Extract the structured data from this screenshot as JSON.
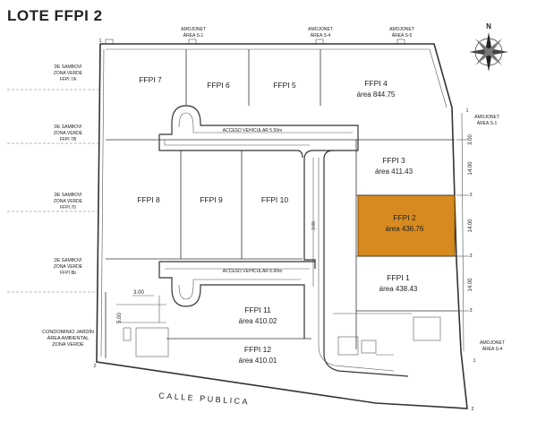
{
  "title": "LOTE FFPI 2",
  "compass_letter": "N",
  "amojonet_labels": [
    {
      "id": "top-s1",
      "line1": "AMOJONET",
      "line2": "ÁREA S-1"
    },
    {
      "id": "top-s4",
      "line1": "AMOJONET",
      "line2": "ÁREA S-4"
    },
    {
      "id": "top-s5",
      "line1": "AMOJONET",
      "line2": "ÁREA S-5"
    },
    {
      "id": "right-s1",
      "line1": "AMOJONET",
      "line2": "ÁREA S-1"
    },
    {
      "id": "right-s4",
      "line1": "AMOJONET",
      "line2": "ÁREA S-4"
    }
  ],
  "left_labels": [
    {
      "line1": "DE SAMBOVI",
      "line2": "ZONA VERDE",
      "line3": "FFPI 7A"
    },
    {
      "line1": "DE SAMBOVI",
      "line2": "ZONA VERDE",
      "line3": "FFPI 7B"
    },
    {
      "line1": "DE SAMBOVI",
      "line2": "ZONA VERDE",
      "line3": "FFPI 70"
    },
    {
      "line1": "DE SAMBOVI",
      "line2": "ZONA VERDE",
      "line3": "FFPI 8b"
    }
  ],
  "condominio": {
    "line1": "CONDOMINIO JARDÍN",
    "line2": "ÁREA AMBIENTAL",
    "line3": "ZONA VERDE"
  },
  "lots": [
    {
      "id": "ffpi7",
      "name": "FFPI 7",
      "area_label": ""
    },
    {
      "id": "ffpi6",
      "name": "FFPI 6",
      "area_label": ""
    },
    {
      "id": "ffpi5",
      "name": "FFPI 5",
      "area_label": ""
    },
    {
      "id": "ffpi4",
      "name": "FFPI 4",
      "area_label": "área  844.75"
    },
    {
      "id": "ffpi3",
      "name": "FFPI 3",
      "area_label": "área  411.43"
    },
    {
      "id": "ffpi2",
      "name": "FFPI 2",
      "area_label": "área  436.76"
    },
    {
      "id": "ffpi1",
      "name": "FFPI 1",
      "area_label": "área  438.43"
    },
    {
      "id": "ffpi8",
      "name": "FFPI 8",
      "area_label": ""
    },
    {
      "id": "ffpi9",
      "name": "FFPI 9",
      "area_label": ""
    },
    {
      "id": "ffpi10",
      "name": "FFPI 10",
      "area_label": ""
    },
    {
      "id": "ffpi11",
      "name": "FFPI 11",
      "area_label": "área  410.02"
    },
    {
      "id": "ffpi12",
      "name": "FFPI 12",
      "area_label": "área  410.01"
    }
  ],
  "roads": {
    "upper": "ACCESO VEHICULAR 5.50m",
    "lower": "ACCESO VEHICULAR 6.60m",
    "vertical": "3.00",
    "street": "CALLE PUBLICA"
  },
  "dimensions": {
    "d1": "3.00",
    "d2": "14.00",
    "d3": "14.00",
    "d4": "14.00",
    "d5": "3.00",
    "d6": "5.00"
  },
  "vertex_marks": [
    "1",
    "2",
    "3",
    "3",
    "3",
    "1",
    "1",
    "2"
  ],
  "colors": {
    "highlight": "#d68a1f",
    "highlight_border": "#8a5206",
    "line": "#333333"
  }
}
